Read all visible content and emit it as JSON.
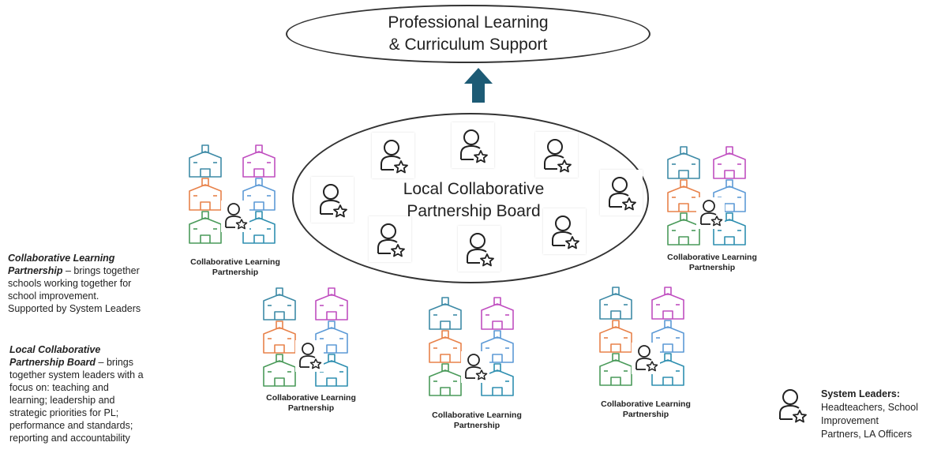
{
  "top_node": {
    "line1": "Professional Learning",
    "line2": "& Curriculum Support"
  },
  "board": {
    "line1": "Local Collaborative",
    "line2": "Partnership Board"
  },
  "cluster_label": {
    "line1": "Collaborative Learning",
    "line2": "Partnership"
  },
  "legend": {
    "clp_title_1": "Collaborative Learning",
    "clp_title_2": "Partnership",
    "clp_desc_1": " – brings together",
    "clp_desc_2": "schools working together for",
    "clp_desc_3": "school improvement.",
    "clp_desc_4": "Supported by System Leaders",
    "lcpb_title_1": "Local Collaborative",
    "lcpb_title_2": "Partnership Board",
    "lcpb_desc_1": " – brings",
    "lcpb_desc_2": "together system leaders with a",
    "lcpb_desc_3": "focus on: teaching and",
    "lcpb_desc_4": "learning; leadership and",
    "lcpb_desc_5": "strategic priorities for PL;",
    "lcpb_desc_6": "performance and standards;",
    "lcpb_desc_7": "reporting and accountability"
  },
  "system_leaders": {
    "title": "System Leaders:",
    "line1": "Headteachers, School",
    "line2": "Improvement",
    "line3": "Partners, LA Officers"
  },
  "colors": {
    "arrow": "#1d5b75",
    "school_teal": "#3d8aa6",
    "school_magenta": "#c04fc0",
    "school_orange": "#e8824a",
    "school_blue": "#5d9ad6",
    "school_green": "#4a9a5a",
    "school_cyan": "#2f8fb0",
    "person": "#222222"
  }
}
